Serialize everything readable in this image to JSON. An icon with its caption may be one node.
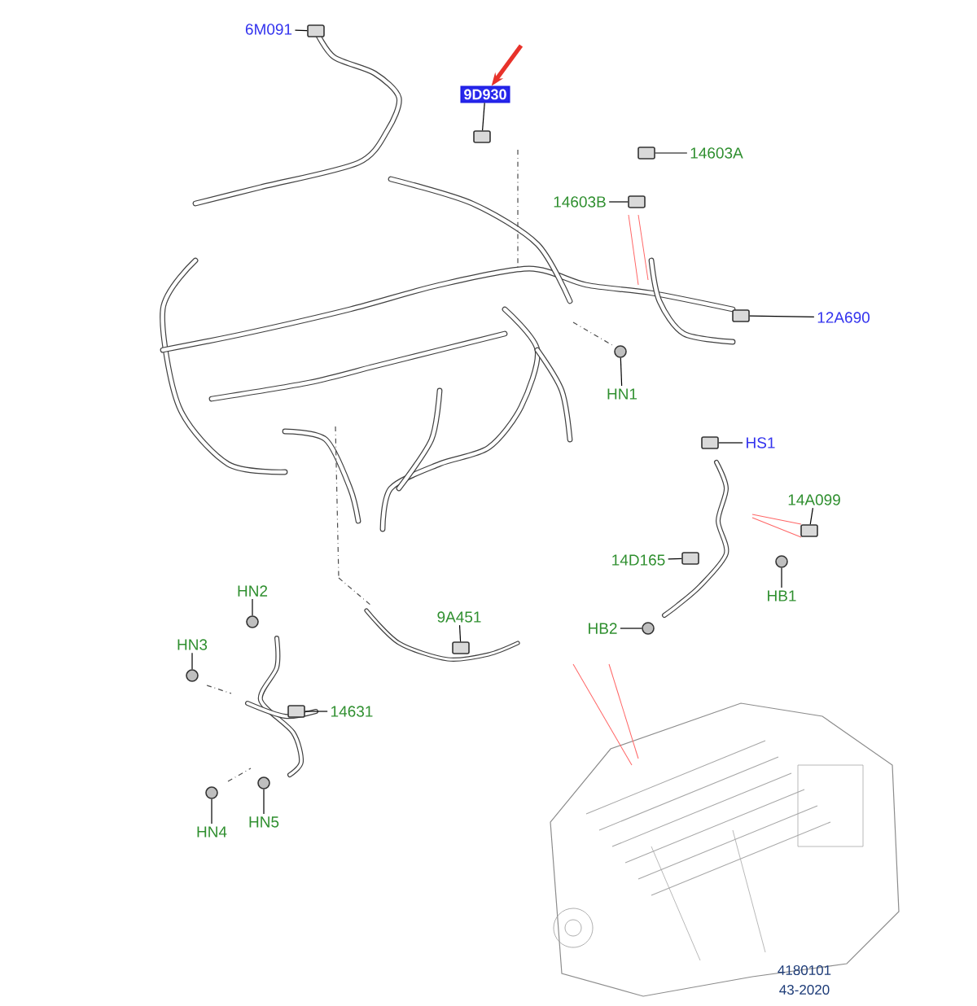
{
  "diagram": {
    "nodes": [
      {
        "text": [
          "6M091"
        ]
      },
      {
        "text": [],
        "shape": "box"
      },
      {
        "text": [
          "9D930"
        ]
      },
      {
        "text": [],
        "shape": "box"
      },
      {
        "text": [
          "14603A"
        ]
      },
      {
        "text": [],
        "shape": "box"
      },
      {
        "text": [
          "14603B"
        ]
      },
      {
        "text": [],
        "shape": "box"
      },
      {
        "text": [
          "12A690"
        ]
      },
      {
        "text": [],
        "shape": "box"
      },
      {
        "text": [
          "HN1"
        ]
      },
      {
        "text": [],
        "shape": "circle"
      },
      {
        "text": [
          "HS1"
        ]
      },
      {
        "text": [],
        "shape": "box"
      },
      {
        "text": [
          "14A099"
        ]
      },
      {
        "text": [],
        "shape": "box"
      },
      {
        "text": [
          "14D165"
        ]
      },
      {
        "text": [],
        "shape": "box"
      },
      {
        "text": [
          "HB1"
        ]
      },
      {
        "text": [],
        "shape": "circle"
      },
      {
        "text": [
          "HB2"
        ]
      },
      {
        "text": [],
        "shape": "circle"
      },
      {
        "text": [
          "HN2"
        ]
      },
      {
        "text": [],
        "shape": "circle"
      },
      {
        "text": [
          "9A451"
        ]
      },
      {
        "text": [],
        "shape": "box"
      },
      {
        "text": [
          "HN3"
        ]
      },
      {
        "text": [],
        "shape": "circle"
      },
      {
        "text": [
          "14631"
        ]
      },
      {
        "text": [],
        "shape": "box"
      },
      {
        "text": [
          "HN4"
        ]
      },
      {
        "text": [],
        "shape": "circle"
      },
      {
        "text": [
          "HN5"
        ]
      },
      {
        "text": [],
        "shape": "circle"
      }
    ],
    "edges": [
      {
        "from": 0,
        "to": 1,
        "arrow": "none"
      },
      {
        "from": 2,
        "to": 3,
        "arrow": "none"
      },
      {
        "from": 4,
        "to": 5,
        "arrow": "none"
      },
      {
        "from": 6,
        "to": 7,
        "arrow": "none"
      },
      {
        "from": 8,
        "to": 9,
        "arrow": "none"
      },
      {
        "from": 10,
        "to": 11,
        "arrow": "none"
      },
      {
        "from": 12,
        "to": 13,
        "arrow": "none"
      },
      {
        "from": 14,
        "to": 15,
        "arrow": "none"
      },
      {
        "from": 16,
        "to": 17,
        "arrow": "none"
      },
      {
        "from": 18,
        "to": 19,
        "arrow": "none"
      },
      {
        "from": 20,
        "to": 21,
        "arrow": "none"
      },
      {
        "from": 22,
        "to": 23,
        "arrow": "none"
      },
      {
        "from": 24,
        "to": 25,
        "arrow": "none"
      },
      {
        "from": 26,
        "to": 27,
        "arrow": "none"
      },
      {
        "from": 28,
        "to": 29,
        "arrow": "none"
      },
      {
        "from": 30,
        "to": 31,
        "arrow": "none"
      },
      {
        "from": 32,
        "to": 33,
        "arrow": "none"
      },
      {
        "from": null,
        "to": 2,
        "arrow": "to",
        "style": "thick",
        "color": "#e8322a"
      }
    ],
    "labels": [
      "4180101",
      "43-2020"
    ]
  }
}
